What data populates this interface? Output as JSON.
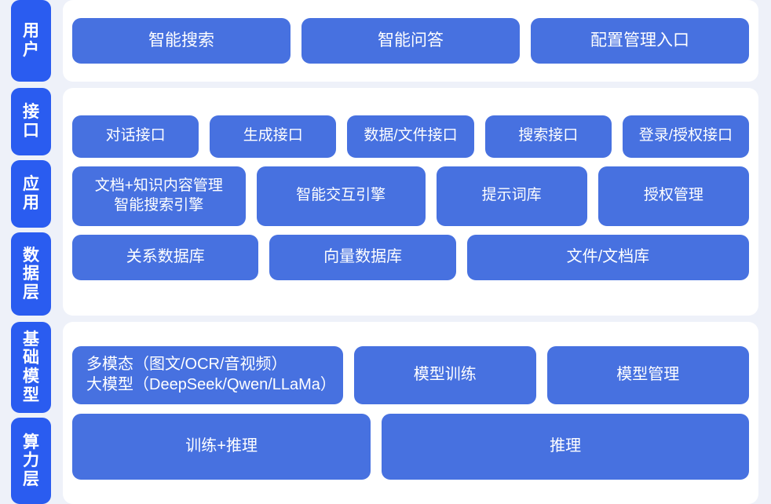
{
  "theme": {
    "page_background": "#eef1f9",
    "panel_background": "#ffffff",
    "tab_color": "#2a5cf0",
    "box_color": "#4771e0",
    "text_color": "#ffffff"
  },
  "sections": {
    "user": {
      "tabs": [
        "用户"
      ],
      "rows": [
        {
          "name": "user-entries",
          "boxes": [
            {
              "label": "智能搜索",
              "flex": 1
            },
            {
              "label": "智能问答",
              "flex": 1
            },
            {
              "label": "配置管理入口",
              "flex": 1
            }
          ]
        }
      ]
    },
    "platform": {
      "tabs": [
        "接口",
        "应用",
        "数据层"
      ],
      "rows": [
        {
          "name": "interface-layer",
          "boxes": [
            {
              "label": "对话接口",
              "flex": 1
            },
            {
              "label": "生成接口",
              "flex": 1
            },
            {
              "label": "数据/文件接口",
              "flex": 1
            },
            {
              "label": "搜索接口",
              "flex": 1
            },
            {
              "label": "登录/授权接口",
              "flex": 1
            }
          ]
        },
        {
          "name": "application-layer",
          "boxes": [
            {
              "label": "文档+知识内容管理\n智能搜索引擎",
              "flex": 1.08
            },
            {
              "label": "智能交互引擎",
              "flex": 1.05
            },
            {
              "label": "提示词库",
              "flex": 0.93
            },
            {
              "label": "授权管理",
              "flex": 0.93
            }
          ]
        },
        {
          "name": "data-layer",
          "boxes": [
            {
              "label": "关系数据库",
              "flex": 1
            },
            {
              "label": "向量数据库",
              "flex": 1
            },
            {
              "label": "文件/文档库",
              "flex": 1.55
            }
          ]
        }
      ]
    },
    "infrastructure": {
      "tabs": [
        "基础模型",
        "算力层"
      ],
      "rows": [
        {
          "name": "model-layer",
          "boxes": [
            {
              "label": "多模态（图文/OCR/音视频）\n大模型（DeepSeek/Qwen/LLaMa）",
              "flex": 1.48,
              "align": "left"
            },
            {
              "label": "模型训练",
              "flex": 1.0
            },
            {
              "label": "模型管理",
              "flex": 1.12
            }
          ]
        },
        {
          "name": "compute-layer",
          "boxes": [
            {
              "label": "训练+推理",
              "flex": 1
            },
            {
              "label": "推理",
              "flex": 1.24
            }
          ]
        }
      ]
    }
  }
}
